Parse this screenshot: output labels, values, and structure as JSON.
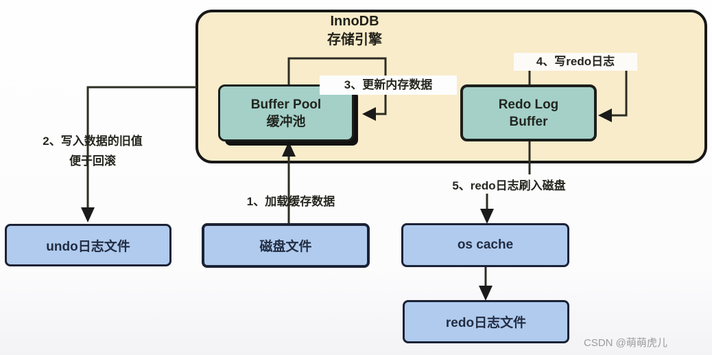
{
  "diagram": {
    "container": {
      "title_line1": "InnoDB",
      "title_line2": "存储引擎"
    },
    "nodes": {
      "buffer_pool": {
        "line1": "Buffer Pool",
        "line2": "缓冲池"
      },
      "redo_log_buffer": {
        "line1": "Redo Log",
        "line2": "Buffer"
      },
      "undo_file": {
        "label": "undo日志文件"
      },
      "disk_file": {
        "label": "磁盘文件"
      },
      "os_cache": {
        "label": "os cache"
      },
      "redo_file": {
        "label": "redo日志文件"
      }
    },
    "steps": {
      "step1": "1、加载缓存数据",
      "step2_line1": "2、写入数据的旧值",
      "step2_line2": "便于回滚",
      "step3": "3、更新内存数据",
      "step4": "4、写redo日志",
      "step5": "5、redo日志刷入磁盘"
    },
    "colors": {
      "container_fill": "#f9ecca",
      "node_teal_fill": "#a4d0c8",
      "node_blue_fill": "#b0cbee",
      "border_dark": "#181818",
      "wire": "#2d2d24",
      "watermark_gray": "#9b9b9b"
    },
    "watermark": "CSDN @萌萌虎儿"
  }
}
